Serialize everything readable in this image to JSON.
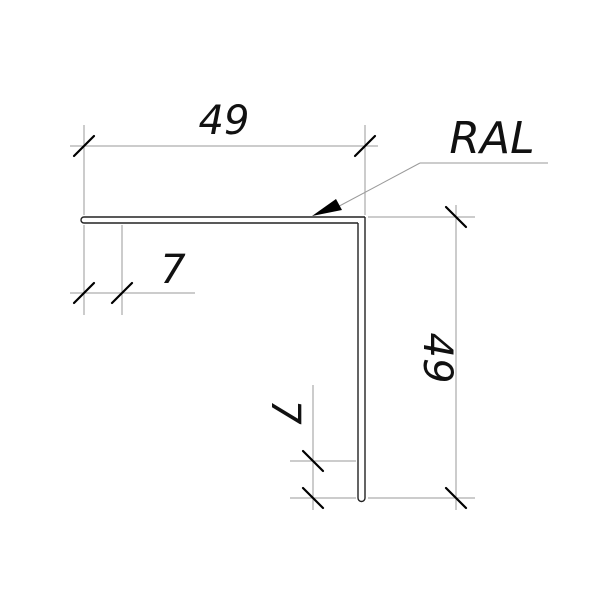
{
  "drawing": {
    "label_coating": "RAL",
    "dim_top_width": "49",
    "dim_top_hem": "7",
    "dim_right_height": "49",
    "dim_bottom_hem": "7"
  },
  "colors": {
    "line": "#222222",
    "dimension_line": "#9a9a9a",
    "tick": "#000000",
    "text": "#111111"
  }
}
